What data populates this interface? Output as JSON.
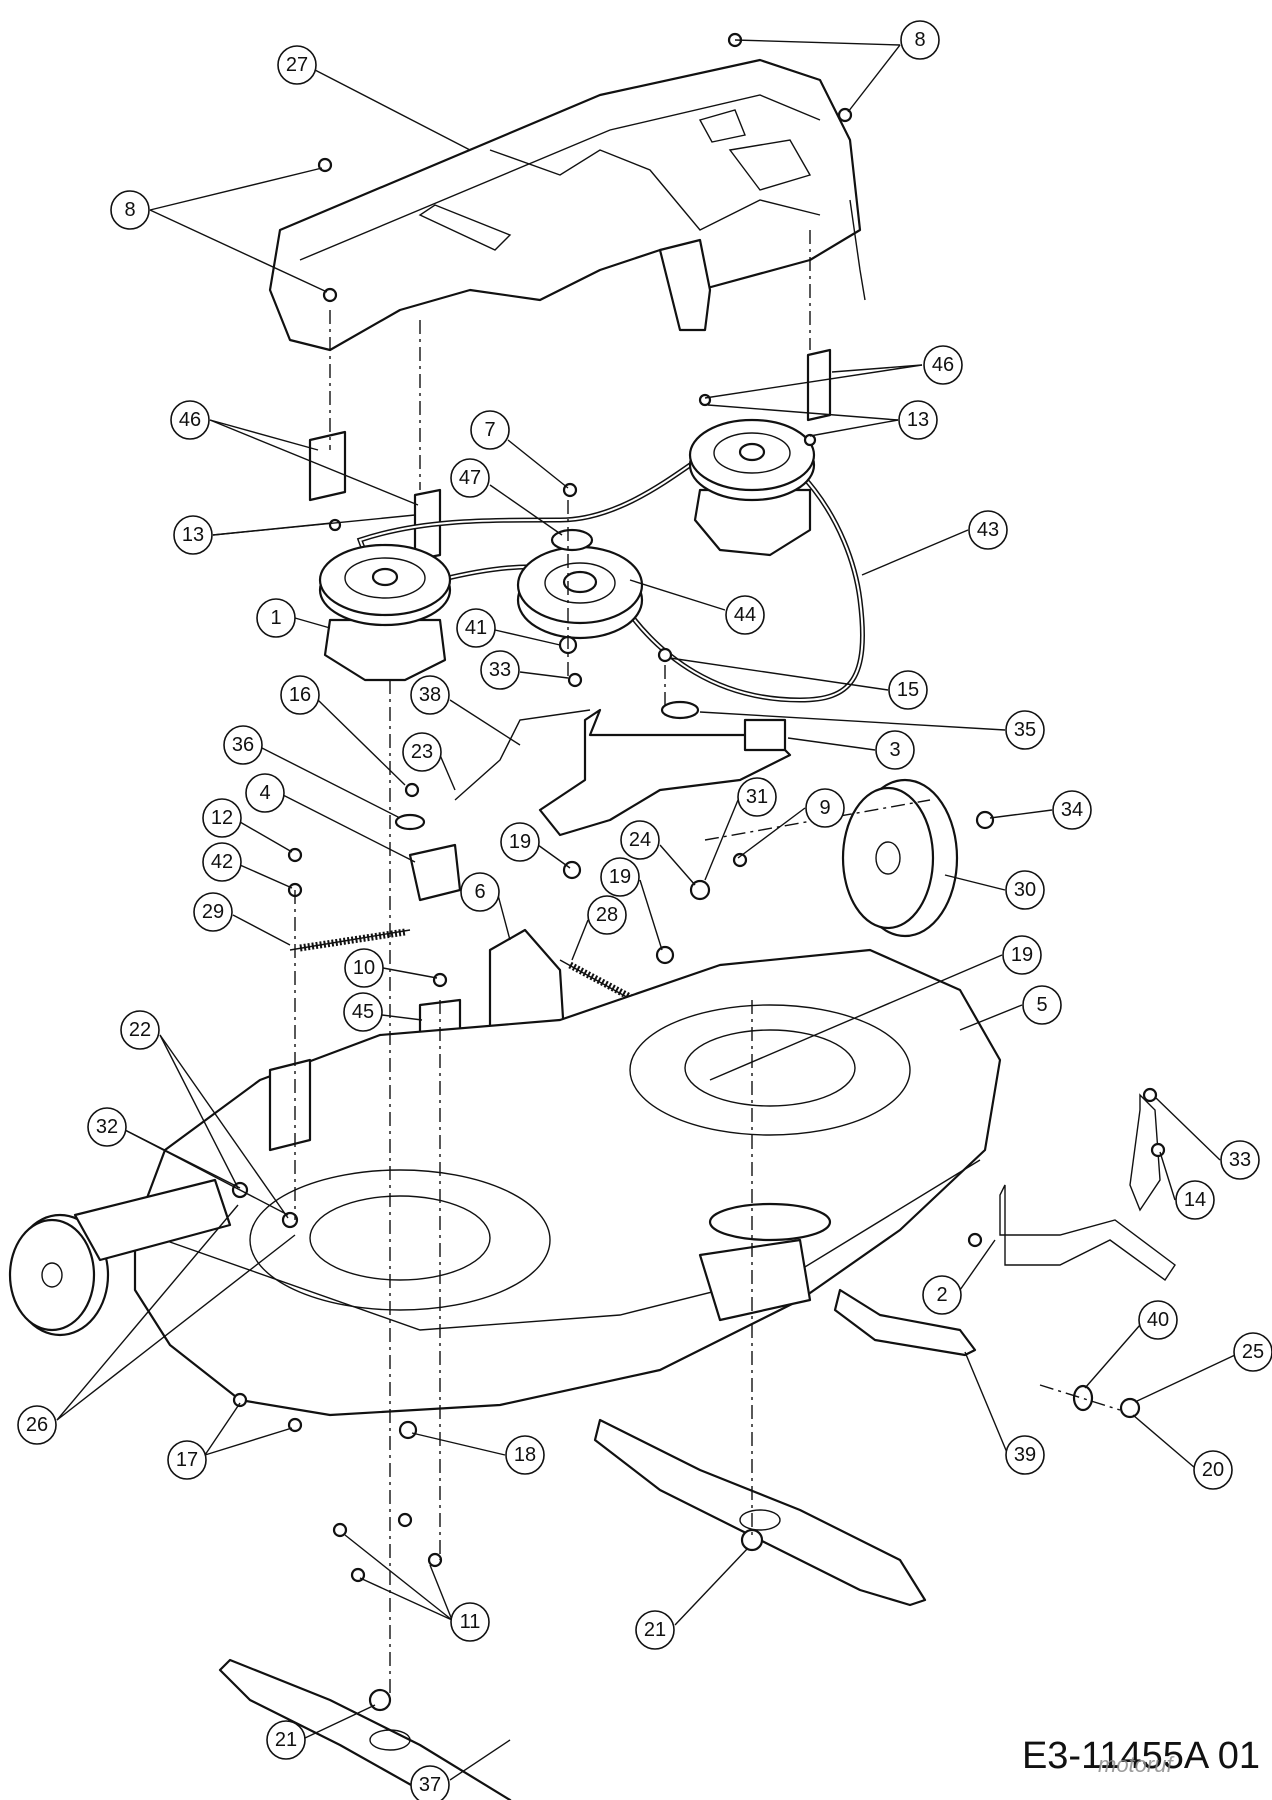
{
  "drawing": {
    "code": "E3-11455A 01",
    "watermark": "motoruf",
    "labels": [
      "1",
      "2",
      "3",
      "4",
      "5",
      "6",
      "7",
      "8",
      "8",
      "9",
      "10",
      "11",
      "12",
      "13",
      "13",
      "14",
      "15",
      "16",
      "17",
      "18",
      "19",
      "19",
      "19",
      "20",
      "21",
      "21",
      "22",
      "23",
      "24",
      "25",
      "26",
      "27",
      "28",
      "29",
      "30",
      "31",
      "32",
      "33",
      "33",
      "34",
      "35",
      "36",
      "37",
      "38",
      "39",
      "40",
      "41",
      "42",
      "43",
      "44",
      "45",
      "46",
      "46",
      "47"
    ]
  }
}
